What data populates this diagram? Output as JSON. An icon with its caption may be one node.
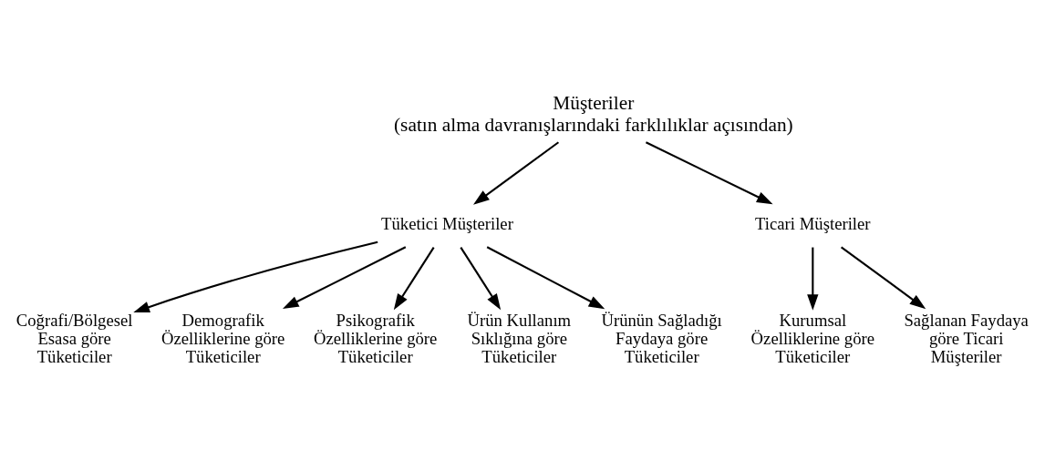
{
  "diagram": {
    "nodes": [
      {
        "text": [
          "Müşteriler",
          "(satın alma davranışlarındaki farklılıklar açısından)"
        ]
      },
      {
        "text": [
          "Tüketici Müşteriler"
        ]
      },
      {
        "text": [
          "Ticari Müşteriler"
        ]
      },
      {
        "text": [
          "Coğrafi/Bölgesel Esasa göre Tüketiciler"
        ]
      },
      {
        "text": [
          "Demografik Özelliklerine göre Tüketiciler"
        ]
      },
      {
        "text": [
          "Psikografik Özelliklerine göre Tüketiciler"
        ]
      },
      {
        "text": [
          "Ürün Kullanım Sıklığına göre Tüketiciler"
        ]
      },
      {
        "text": [
          "Ürünün Sağladığı Faydaya göre Tüketiciler"
        ]
      },
      {
        "text": [
          "Kurumsal Özelliklerine göre Tüketiciler"
        ]
      },
      {
        "text": [
          "Sağlanan Faydaya göre Ticari Müşteriler"
        ]
      }
    ],
    "edges": [
      {
        "from": 0,
        "to": 1,
        "arrow": "to"
      },
      {
        "from": 0,
        "to": 2,
        "arrow": "to"
      },
      {
        "from": 1,
        "to": 3,
        "arrow": "to"
      },
      {
        "from": 1,
        "to": 4,
        "arrow": "to"
      },
      {
        "from": 1,
        "to": 5,
        "arrow": "to"
      },
      {
        "from": 1,
        "to": 6,
        "arrow": "to"
      },
      {
        "from": 1,
        "to": 7,
        "arrow": "to"
      },
      {
        "from": 2,
        "to": 8,
        "arrow": "to"
      },
      {
        "from": 2,
        "to": 9,
        "arrow": "to"
      }
    ]
  }
}
